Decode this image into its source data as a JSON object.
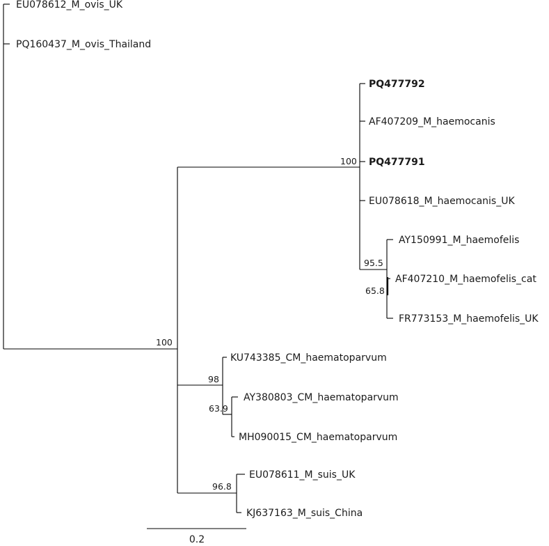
{
  "tree": {
    "leaves": [
      {
        "id": "l1",
        "label": "EU078612_M_ovis_UK",
        "bold": false
      },
      {
        "id": "l2",
        "label": "PQ160437_M_ovis_Thailand",
        "bold": false
      },
      {
        "id": "l3",
        "label": "PQ477792",
        "bold": true
      },
      {
        "id": "l4",
        "label": "AF407209_M_haemocanis",
        "bold": false
      },
      {
        "id": "l5",
        "label": "PQ477791",
        "bold": true
      },
      {
        "id": "l6",
        "label": "EU078618_M_haemocanis_UK",
        "bold": false
      },
      {
        "id": "l7",
        "label": "AY150991_M_haemofelis",
        "bold": false
      },
      {
        "id": "l8",
        "label": "AF407210_M_haemofelis_cat",
        "bold": false
      },
      {
        "id": "l9",
        "label": "FR773153_M_haemofelis_UK",
        "bold": false
      },
      {
        "id": "l10",
        "label": "KU743385_CM_haematoparvum",
        "bold": false
      },
      {
        "id": "l11",
        "label": "AY380803_CM_haematoparvum",
        "bold": false
      },
      {
        "id": "l12",
        "label": "MH090015_CM_haematoparvum",
        "bold": false
      },
      {
        "id": "l13",
        "label": "EU078611_M_suis_UK",
        "bold": false
      },
      {
        "id": "l14",
        "label": "KJ637163_M_suis_China",
        "bold": false
      }
    ],
    "support_values": {
      "haemocanis_clade": "100",
      "haemofelis_clade": "95.5",
      "haemofelis_inner": "65.8",
      "main_clade": "100",
      "haematoparvum_clade": "98",
      "haematoparvum_inner": "63.9",
      "suis_clade": "96.8"
    },
    "scale_bar": {
      "length": 0.2,
      "label": "0.2"
    }
  }
}
